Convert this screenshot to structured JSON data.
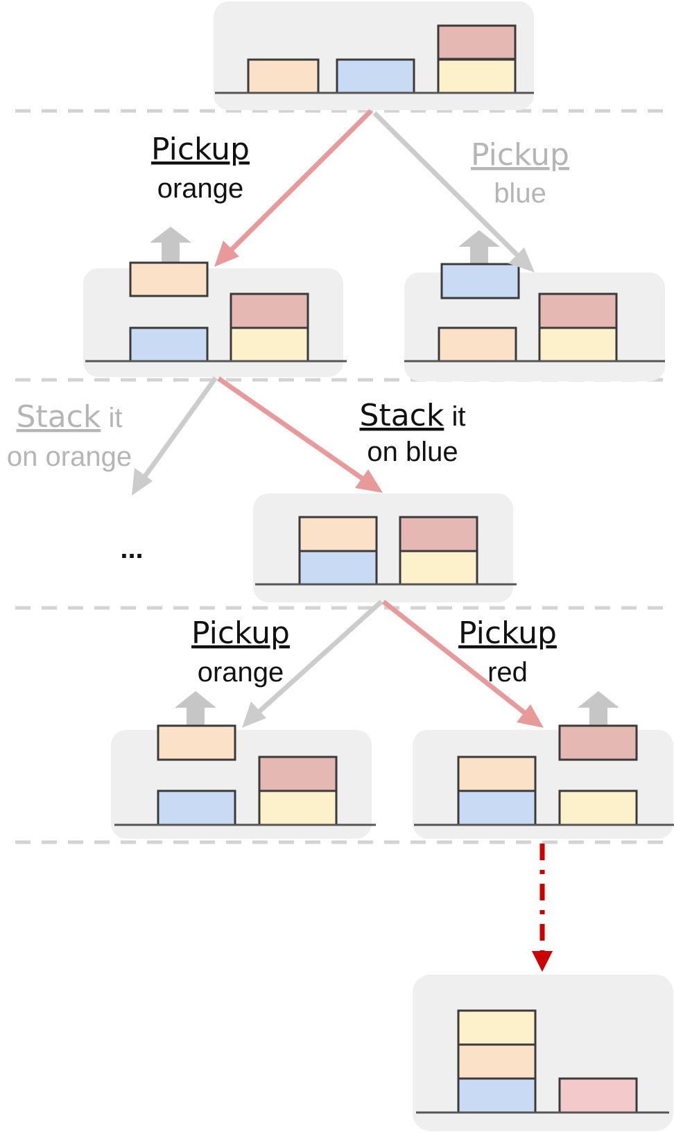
{
  "colors": {
    "orange_block": "#fbe1c8",
    "blue_block": "#c9daf5",
    "red_block": "#e6b8b3",
    "yellow_block": "#fdf1cb",
    "pink_block": "#f3c9cc",
    "panel": "#efefef",
    "chosen_edge": "#e89a9a",
    "alternative_edge": "#cccccc",
    "final_edge": "#cc0000",
    "lift_arrow": "#c6c6c6"
  },
  "edges": {
    "e1": {
      "verb": "Pickup",
      "object": "orange",
      "status": "chosen"
    },
    "e2": {
      "verb": "Pickup",
      "object": "blue",
      "status": "alternative"
    },
    "e3": {
      "verb": "Stack",
      "suffix": " it",
      "object": "on orange",
      "status": "alternative"
    },
    "e4": {
      "verb": "Stack",
      "suffix": " it",
      "object": "on blue",
      "status": "chosen"
    },
    "e5": {
      "verb": "Pickup",
      "object": "orange",
      "status": "alternative"
    },
    "e6": {
      "verb": "Pickup",
      "object": "red",
      "status": "chosen"
    }
  },
  "ellipsis": "...",
  "icons": [
    "lift-up-arrow-icon",
    "transition-arrow-icon",
    "dash-dot-arrow-icon"
  ]
}
